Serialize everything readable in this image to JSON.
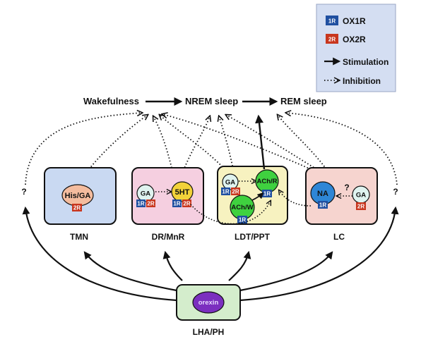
{
  "legend": {
    "ox1r_badge": "1R",
    "ox1r_label": "OX1R",
    "ox2r_badge": "2R",
    "ox2r_label": "OX2R",
    "stimulation_label": "Stimulation",
    "inhibition_label": "Inhibition"
  },
  "stages": {
    "wakefulness": "Wakefulness",
    "nrem": "NREM sleep",
    "rem": "REM sleep"
  },
  "regions": {
    "tmn": "TMN",
    "drmnr": "DR/MnR",
    "ldtppt": "LDT/PPT",
    "lc": "LC",
    "lhaph": "LHA/PH"
  },
  "nodes": {
    "his_ga": "His/GA",
    "ga": "GA",
    "fiveht": "5HT",
    "ach_r": "ACh/R",
    "ach_w": "ACh/W",
    "na": "NA",
    "orexin": "orexin"
  },
  "badges": {
    "r1": "1R",
    "r2": "2R"
  },
  "unknown_mark": "?",
  "colors": {
    "ox1r": "#1f4fa0",
    "ox2r": "#c8361e",
    "tmn_box": "#c9d9f2",
    "drmnr_box": "#f5cfe0",
    "ldtppt_box": "#f7f2c0",
    "lc_box": "#f6d4cf",
    "lhaph_box": "#d4edcc",
    "legend_box": "#d4def2",
    "orexin": "#7b2fbf",
    "ach": "#3fd13f",
    "na": "#2e86d6",
    "fiveht": "#f2d23a",
    "his_ga": "#f4bc9e",
    "ga": "#dff3ef"
  }
}
